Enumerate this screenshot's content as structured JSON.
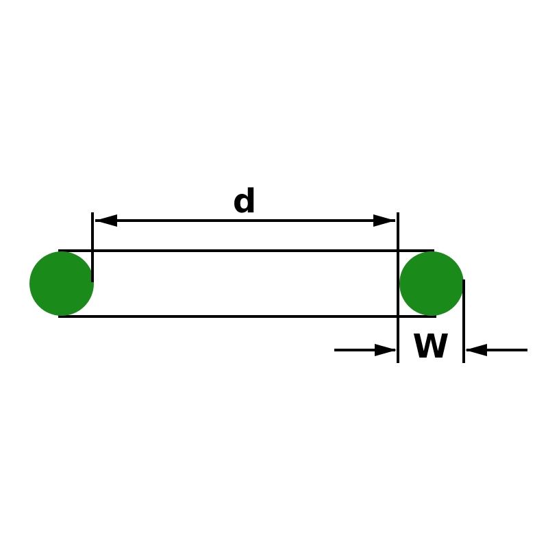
{
  "diagram": {
    "type": "technical-dimension-diagram",
    "subject": "o-ring cross-section with inner diameter and cord width dimensions",
    "labels": {
      "inner_diameter": "d",
      "cross_section_width": "W"
    },
    "colors": {
      "ring_fill": "#1a8a1a",
      "line": "#000000",
      "background": "#ffffff"
    }
  }
}
